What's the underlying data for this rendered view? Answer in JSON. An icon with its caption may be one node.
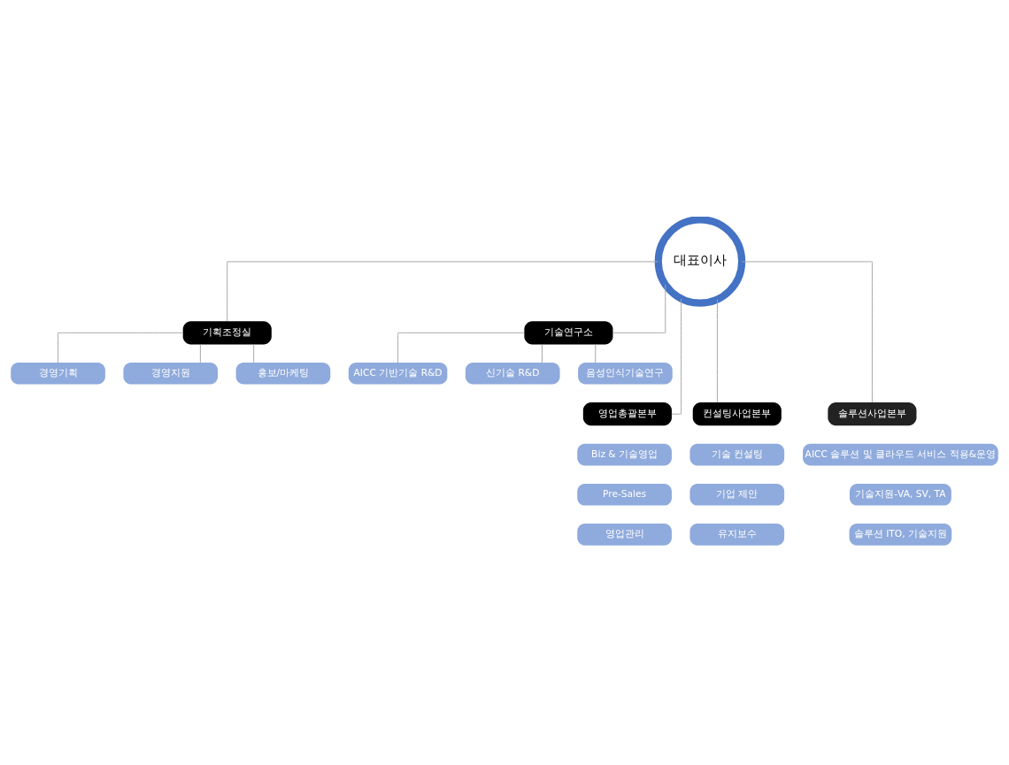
{
  "diagram": {
    "nodes": [
      {
        "text": [
          "대표이사"
        ]
      },
      {
        "text": [
          "기획조정실"
        ]
      },
      {
        "text": [
          "기술연구소"
        ]
      },
      {
        "text": [
          "경영기획"
        ]
      },
      {
        "text": [
          "경영지원"
        ]
      },
      {
        "text": [
          "홍보/마케팅"
        ]
      },
      {
        "text": [
          "AICC 기반기술 R&D"
        ]
      },
      {
        "text": [
          "신기술 R&D"
        ]
      },
      {
        "text": [
          "음성인식기술연구"
        ]
      },
      {
        "text": [
          "영업총괄본부"
        ]
      },
      {
        "text": [
          "컨설팅사업본부"
        ]
      },
      {
        "text": [
          "솔루션사업본부"
        ]
      },
      {
        "text": [
          "Biz & 기술영업"
        ]
      },
      {
        "text": [
          "Pre-Sales"
        ]
      },
      {
        "text": [
          "영업관리"
        ]
      },
      {
        "text": [
          "기술 컨설팅"
        ]
      },
      {
        "text": [
          "기업 제안"
        ]
      },
      {
        "text": [
          "유지보수"
        ]
      },
      {
        "text": [
          "AICC 솔루션 및 클라우드 서비스 적용&운영"
        ]
      },
      {
        "text": [
          "기술지원-VA, SV, TA"
        ]
      },
      {
        "text": [
          "솔루션 ITO, 기술지원"
        ]
      }
    ],
    "edges": [
      {
        "from": 0,
        "to": 1,
        "arrow": "none"
      },
      {
        "from": 0,
        "to": 2,
        "arrow": "none"
      },
      {
        "from": 1,
        "to": 3,
        "arrow": "none"
      },
      {
        "from": 1,
        "to": 4,
        "arrow": "none"
      },
      {
        "from": 1,
        "to": 5,
        "arrow": "none"
      },
      {
        "from": 2,
        "to": 6,
        "arrow": "none"
      },
      {
        "from": 2,
        "to": 7,
        "arrow": "none"
      },
      {
        "from": 2,
        "to": 8,
        "arrow": "none"
      },
      {
        "from": 0,
        "to": 9,
        "arrow": "none"
      },
      {
        "from": 0,
        "to": 10,
        "arrow": "none"
      },
      {
        "from": 0,
        "to": 11,
        "arrow": "none"
      }
    ]
  }
}
